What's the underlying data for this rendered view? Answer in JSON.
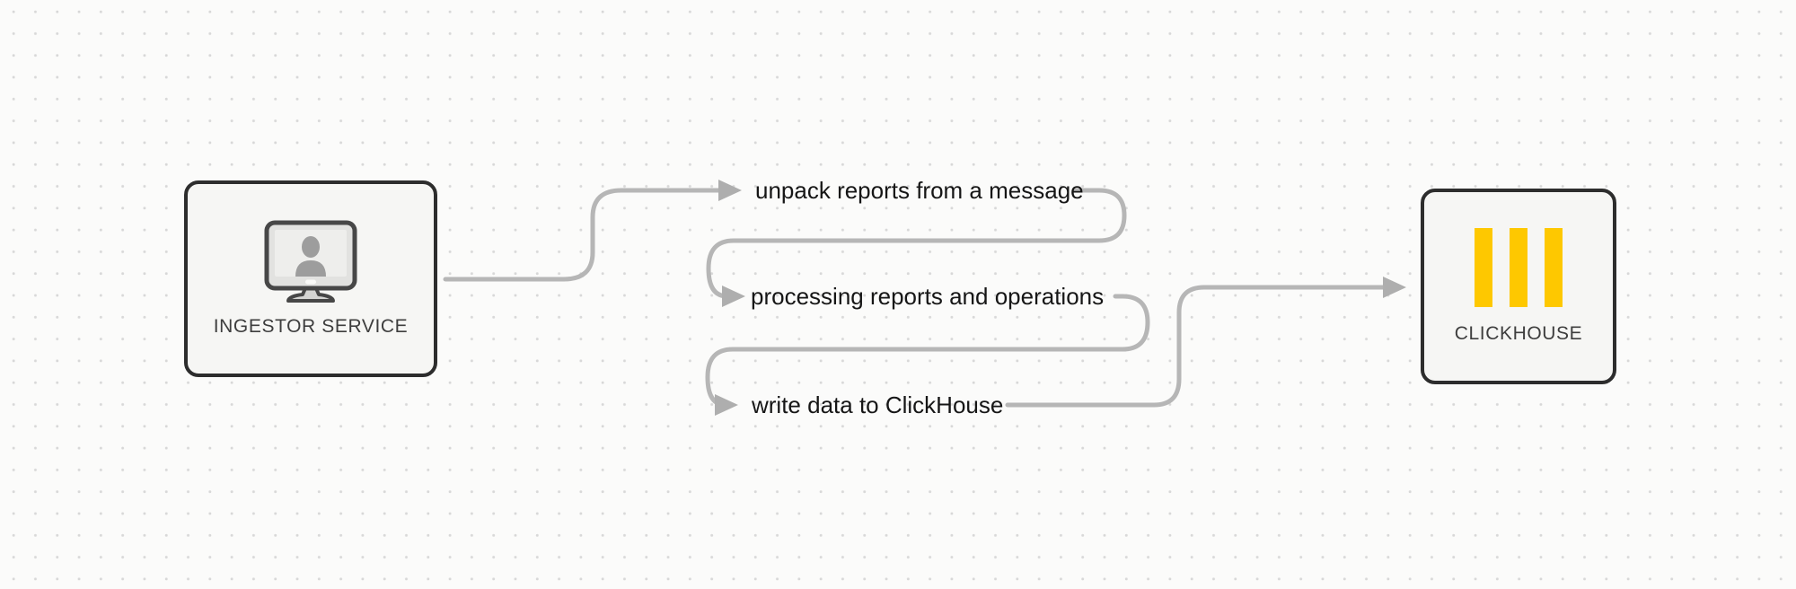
{
  "diagram": {
    "nodes": [
      {
        "id": "ingestor-service",
        "label": "INGESTOR SERVICE",
        "icon": "monitor-user-icon"
      },
      {
        "id": "clickhouse",
        "label": "CLICKHOUSE",
        "icon": "clickhouse-bars-icon"
      }
    ],
    "steps": [
      {
        "label": "unpack reports from a message"
      },
      {
        "label": "processing reports and operations"
      },
      {
        "label": "write data to ClickHouse"
      }
    ],
    "colors": {
      "connector": "#b6b6b6",
      "arrowhead": "#aeaeae",
      "node_border": "#2d2d2d",
      "node_fill": "#f6f6f4",
      "step_text": "#161616",
      "node_label_text": "#3e3e3e",
      "clickhouse_yellow": "#FEC800",
      "background": "#fbfbfa",
      "grid_dot": "#d8d8d8"
    }
  }
}
